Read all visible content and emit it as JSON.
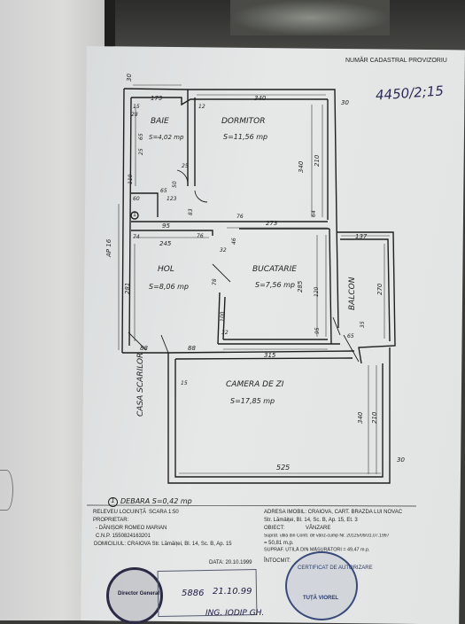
{
  "header": {
    "title": "NUMĂR CADASTRAL PROVIZORIU",
    "handwritten_number": "4450/2;15"
  },
  "rooms": {
    "baie": {
      "name": "BAIE",
      "area": "S=4,02 mp"
    },
    "dormitor": {
      "name": "DORMITOR",
      "area": "S=11,56 mp"
    },
    "hol": {
      "name": "HOL",
      "area": "S=8,06 mp"
    },
    "bucatarie": {
      "name": "BUCATARIE",
      "area": "S=7,56 mp"
    },
    "balcon": {
      "name": "BALCON"
    },
    "camera": {
      "name": "CAMERA DE ZI",
      "area": "S=17,85 mp"
    },
    "casa": {
      "name": "CASA SCARILOR"
    },
    "debara_marker": "1",
    "debara": "DEBARA S=0,42 mp"
  },
  "dims": {
    "d30a": "30",
    "d30b": "30",
    "d30c": "30",
    "d173": "173",
    "d340a": "340",
    "d15": "15",
    "d28": "28",
    "d12": "12",
    "d65a": "65",
    "d110": "110",
    "d25a": "25",
    "d50": "50",
    "d25b": "25",
    "d210a": "210",
    "d340b": "340",
    "d65b": "65",
    "d123": "123",
    "d83": "83",
    "d60": "60",
    "d64": "64",
    "d76a": "76",
    "d95a": "95",
    "d74": "74",
    "d76b": "76",
    "d245": "245",
    "d273": "273",
    "d137": "137",
    "d46": "46",
    "d32": "32",
    "d285": "285",
    "d120": "120",
    "d270": "270",
    "d281": "281",
    "d78": "78",
    "d100": "100",
    "d95b": "95",
    "d35": "35",
    "d65c": "65",
    "d32b": "32",
    "d315": "315",
    "d88a": "88",
    "d88b": "88",
    "d15b": "15",
    "d340c": "340",
    "d210b": "210",
    "d525": "525",
    "ap16": "AP 16"
  },
  "footer": {
    "left": {
      "title": "RELEVEU LOCUINȚĂ",
      "scale": "SCARA 1:50",
      "owner_label": "PROPRIETAR:",
      "owner": "- DĂNIȘOR ROMEO MARIAN",
      "cnp": "C.N.P. 1550824163201",
      "address": "DOMICILIUL: CRAIOVA  Str. Lămâiței, Bl. 14, Sc. B, Ap. 15"
    },
    "right": {
      "address": "ADRESA IMOBIL: CRAIOVA, CART. BRAZDA LUI NOVAC",
      "street": "Str. Lămâiței, Bl. 14, Sc. B, Ap. 15, Et. 3",
      "object_label": "OBIECT:",
      "object": "VÂNZARE",
      "contract": "Supraf. utilă din Contr. de vânz-cump Nr. 20125/09/31.07.1997",
      "contract_value": "= 50,81 m.p.",
      "measured": "SUPRAF. UTILĂ DIN MĂSURĂTORI = 49,47 m.p."
    },
    "date": "DATA: 20.10.1999",
    "intocmit": "ÎNTOCMIT:",
    "stamp_number": "5886",
    "stamp_date": "21.10.99",
    "signature": "ING. IODIP GH.",
    "stamp_left_text": "Director General",
    "stamp_right_text": "TUȚĂ VIOREL",
    "stamp_right_top": "CERTIFICAT DE AUTORIZARE"
  }
}
